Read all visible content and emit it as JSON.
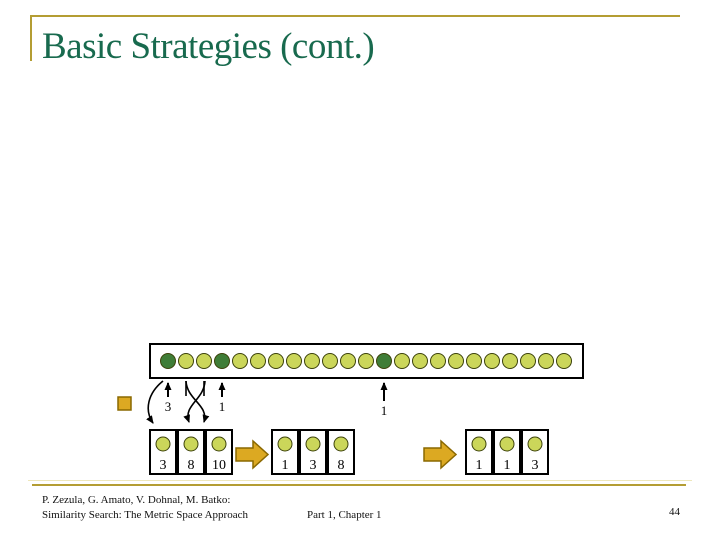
{
  "slide": {
    "title": "Basic Strategies (cont.)",
    "footer": {
      "authors": "P. Zezula, G. Amato, V. Dohnal, M. Batko:",
      "book": "Similarity Search: The Metric Space Approach",
      "part": "Part 1, Chapter 1",
      "page_number": "44"
    }
  },
  "colors": {
    "title_green": "#186a4e",
    "gold_line": "#b49d33",
    "gold_fill": "#dca922",
    "gold_dark": "#8a6800",
    "light_circle": "#cbd65a",
    "dark_circle": "#3f7d37",
    "circle_stroke": "#3c420a",
    "black": "#000000"
  },
  "diagram": {
    "row": {
      "circle_count": 23,
      "dark_indices": [
        0,
        3,
        12
      ]
    },
    "pointer_labels": [
      {
        "text": "3",
        "circle_index": 0
      },
      {
        "text": "1",
        "circle_index": 3
      },
      {
        "text": "1",
        "circle_index": 12
      }
    ],
    "plain_line_indices": [
      1,
      2
    ],
    "buckets": [
      {
        "values": [
          "3",
          "8",
          "10"
        ]
      },
      {
        "values": [
          "1",
          "3",
          "8"
        ]
      },
      {
        "values": [
          "1",
          "1",
          "3"
        ]
      }
    ]
  }
}
